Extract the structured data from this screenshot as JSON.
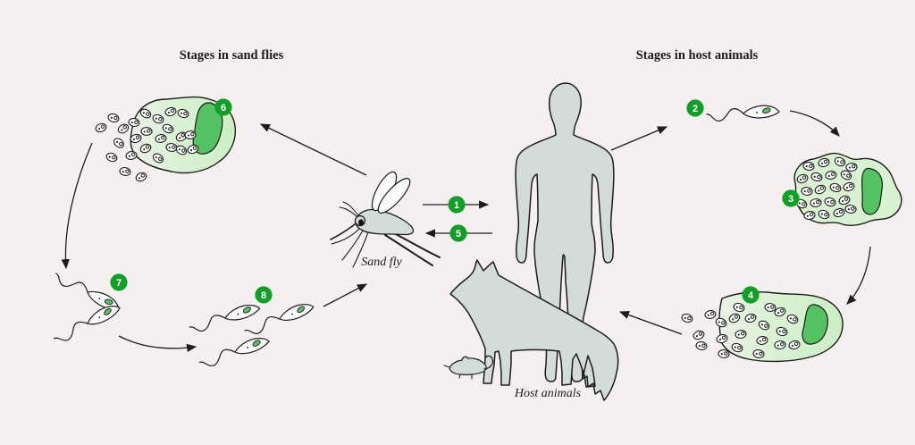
{
  "diagram": {
    "titles": {
      "sand_flies": "Stages in sand flies",
      "host_animals": "Stages in host animals"
    },
    "labels": {
      "sand_fly": "Sand fly",
      "host_animals": "Host animals"
    },
    "stages": [
      {
        "number": "1"
      },
      {
        "number": "2"
      },
      {
        "number": "3"
      },
      {
        "number": "4"
      },
      {
        "number": "5"
      },
      {
        "number": "6"
      },
      {
        "number": "7"
      },
      {
        "number": "8"
      }
    ],
    "colors": {
      "background": "#f5eff0",
      "outline": "#1c1c1c",
      "badge_green": "#129e27",
      "cell_fill": "#d9f2d2",
      "nucleus_green": "#55c263",
      "silhouette_fill": "#d4dcd8",
      "amastigote_fill": "#ffffff"
    }
  }
}
